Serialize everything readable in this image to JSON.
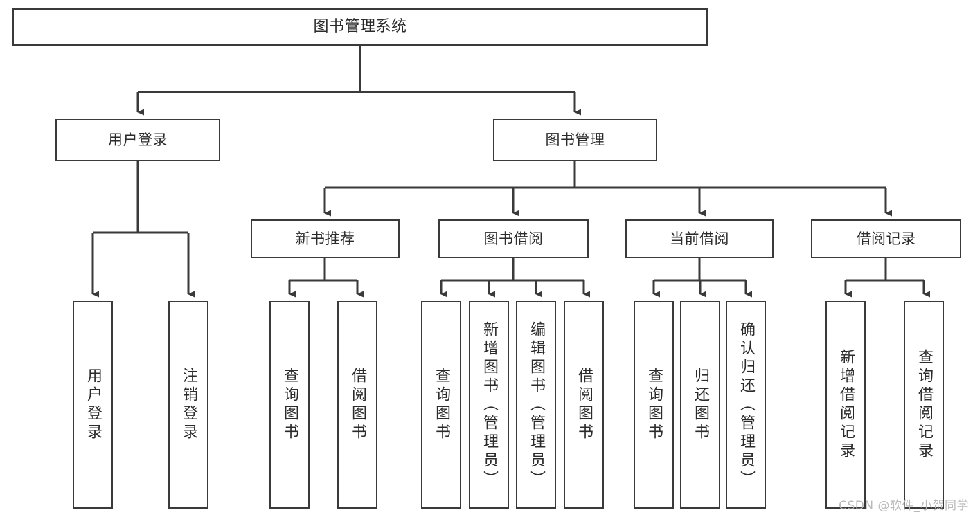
{
  "diagram": {
    "title": "图书管理系统",
    "type": "tree-hierarchy",
    "watermark": "CSDN @软件_小贺同学",
    "colors": {
      "background": "#ffffff",
      "box_border": "#3a3a3a",
      "box_fill": "#ffffff",
      "text": "#2b2b2b",
      "edge": "#3a3a3a",
      "watermark": "#b9b9b9"
    },
    "root": {
      "label": "图书管理系统"
    },
    "level1": [
      {
        "label": "用户登录"
      },
      {
        "label": "图书管理"
      }
    ],
    "level2": [
      {
        "label": "新书推荐"
      },
      {
        "label": "图书借阅"
      },
      {
        "label": "当前借阅"
      },
      {
        "label": "借阅记录"
      }
    ],
    "leaves": {
      "user_login": [
        {
          "label": "用户登录"
        },
        {
          "label": "注销登录"
        }
      ],
      "new_book_recommend": [
        {
          "label": "查询图书"
        },
        {
          "label": "借阅图书"
        }
      ],
      "book_borrow": [
        {
          "label": "查询图书"
        },
        {
          "label": "新增图书（管理员）"
        },
        {
          "label": "编辑图书（管理员）"
        },
        {
          "label": "借阅图书"
        }
      ],
      "current_borrow": [
        {
          "label": "查询图书"
        },
        {
          "label": "归还图书"
        },
        {
          "label": "确认归还（管理员）"
        }
      ],
      "borrow_record": [
        {
          "label": "新增借阅记录"
        },
        {
          "label": "查询借阅记录"
        }
      ]
    }
  }
}
